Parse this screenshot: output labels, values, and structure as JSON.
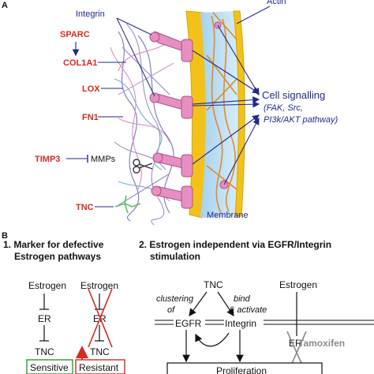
{
  "panel_a": {
    "label": "A",
    "integrin_label": "Integrin",
    "actin_label": "Actin",
    "membrane_label": "Membrane",
    "signalling_title": "Cell signalling",
    "signalling_detail_1": "(FAK, Src,",
    "signalling_detail_2": "PI3k/AKT pathway)",
    "genes": {
      "sparc": "SPARC",
      "col1a1": "COL1A1",
      "lox": "LOX",
      "fn1": "FN1",
      "timp3": "TIMP3",
      "mmps": "MMPs",
      "tnc": "TNC"
    }
  },
  "panel_b": {
    "label": "B",
    "section1_title_line1": "1. Marker for defective",
    "section1_title_line2": "Estrogen pathways",
    "section2_title_line1": "2. Estrogen independent via EGFR/Integrin",
    "section2_title_line2": "stimulation",
    "left_col": {
      "estrogen": "Estrogen",
      "er": "ER",
      "tnc": "TNC",
      "outcome": "Sensitive"
    },
    "right_col": {
      "estrogen": "Estrogen",
      "er": "ER",
      "tnc": "TNC",
      "outcome": "Resistant"
    },
    "pathway": {
      "tnc": "TNC",
      "clustering_line1": "clustering",
      "clustering_line2": "of",
      "bind_line1": "bind",
      "bind_line2": "& activate",
      "egfr": "EGFR",
      "integrin": "Integrin",
      "estrogen": "Estrogen",
      "er": "ER",
      "tamoxifen": "Tamoxifen",
      "proliferation": "Proliferation"
    }
  },
  "colors": {
    "red_label": "#d42a22",
    "blue_text": "#1f2a8a",
    "membrane_yellow": "#f2c21a",
    "membrane_blue": "#b9def2",
    "integrin_pink": "#e58fc2",
    "sensitive_green": "#2e9a2e",
    "resistant_red": "#d42a22",
    "tamoxifen_gray": "#8a8a8a"
  }
}
